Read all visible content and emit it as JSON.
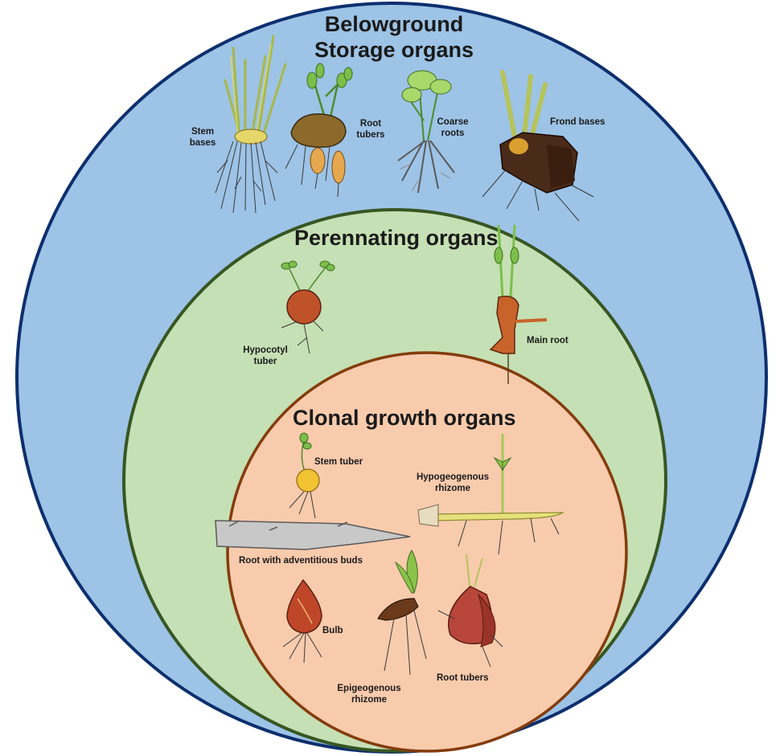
{
  "colors": {
    "outer_fill": "#9dc3e6",
    "outer_stroke": "#0d2f6e",
    "middle_fill": "#c5e0b4",
    "middle_stroke": "#375623",
    "inner_fill": "#f8cbad",
    "inner_stroke": "#843c0c"
  },
  "circles": {
    "outer": {
      "title_line1": "Belowground",
      "title_line2": "Storage organs"
    },
    "middle": {
      "title": "Perennating organs"
    },
    "inner": {
      "title": "Clonal growth organs"
    }
  },
  "organs": {
    "stem_bases": {
      "line1": "Stem",
      "line2": "bases"
    },
    "root_tubers_top": {
      "line1": "Root",
      "line2": "tubers"
    },
    "coarse_roots": {
      "line1": "Coarse",
      "line2": "roots"
    },
    "frond_bases": {
      "label": "Frond bases"
    },
    "hypocotyl_tuber": {
      "line1": "Hypocotyl",
      "line2": "tuber"
    },
    "main_root": {
      "label": "Main root"
    },
    "stem_tuber": {
      "label": "Stem tuber"
    },
    "hypogeogenous_rhizome": {
      "line1": "Hypogeogenous",
      "line2": "rhizome"
    },
    "root_adventitious_buds": {
      "label": "Root with adventitious buds"
    },
    "bulb": {
      "label": "Bulb"
    },
    "epigeogenous_rhizome": {
      "line1": "Epigeogenous",
      "line2": "rhizome"
    },
    "root_tubers_inner": {
      "label": "Root tubers"
    }
  }
}
